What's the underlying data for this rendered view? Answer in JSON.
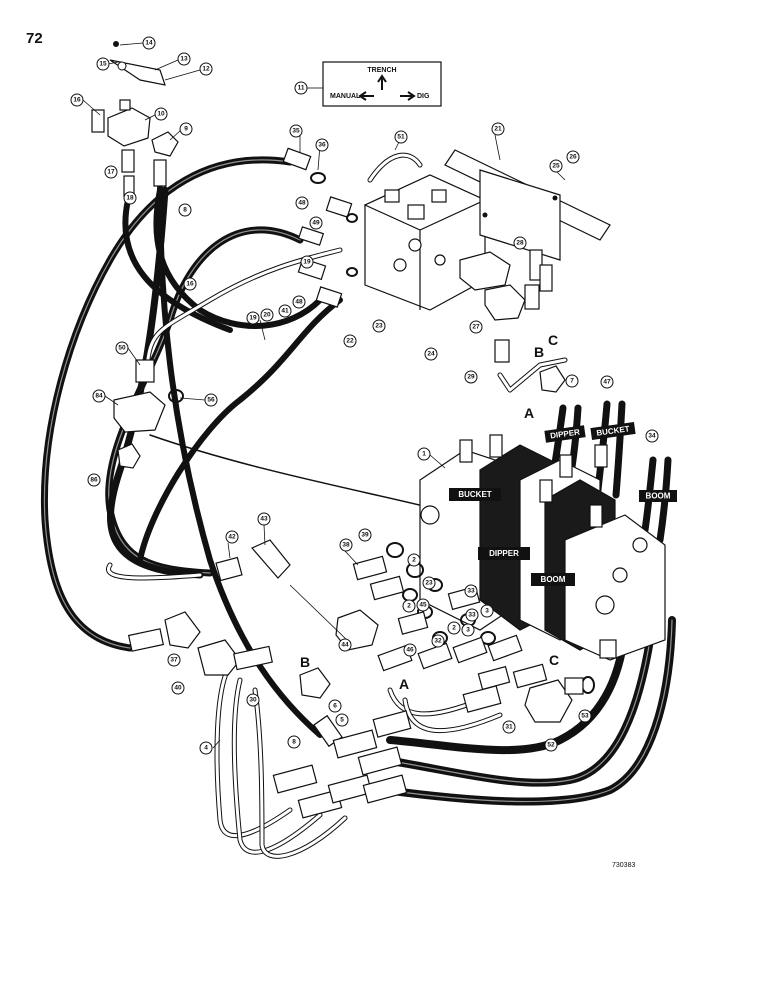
{
  "page_number": "72",
  "drawing_code": "730383",
  "legend": {
    "trench": "TRENCH",
    "manual": "MANUAL",
    "dig": "DIG"
  },
  "valve_labels": {
    "bucket": "BUCKET",
    "dipper": "DIPPER",
    "boom": "BOOM"
  },
  "hose_tags": {
    "dipper": "DIPPER",
    "bucket": "BUCKET",
    "boom": "BOOM"
  },
  "connection_letters": {
    "a_top": "A",
    "b_top": "B",
    "c_top": "C",
    "a_bottom": "A",
    "b_bottom": "B",
    "c_bottom": "C"
  },
  "callouts": [
    "14",
    "15",
    "13",
    "12",
    "11",
    "16",
    "10",
    "9",
    "17",
    "18",
    "8",
    "35",
    "36",
    "51",
    "21",
    "25",
    "26",
    "48",
    "49",
    "28",
    "19",
    "16",
    "48",
    "41",
    "23",
    "22",
    "24",
    "27",
    "20",
    "19",
    "29",
    "7",
    "47",
    "34",
    "50",
    "84",
    "56",
    "86",
    "1",
    "43",
    "42",
    "38",
    "39",
    "2",
    "23",
    "33",
    "3",
    "45",
    "2",
    "33",
    "2",
    "3",
    "44",
    "32",
    "46",
    "37",
    "40",
    "4",
    "30",
    "8",
    "5",
    "6",
    "31",
    "52",
    "53"
  ]
}
